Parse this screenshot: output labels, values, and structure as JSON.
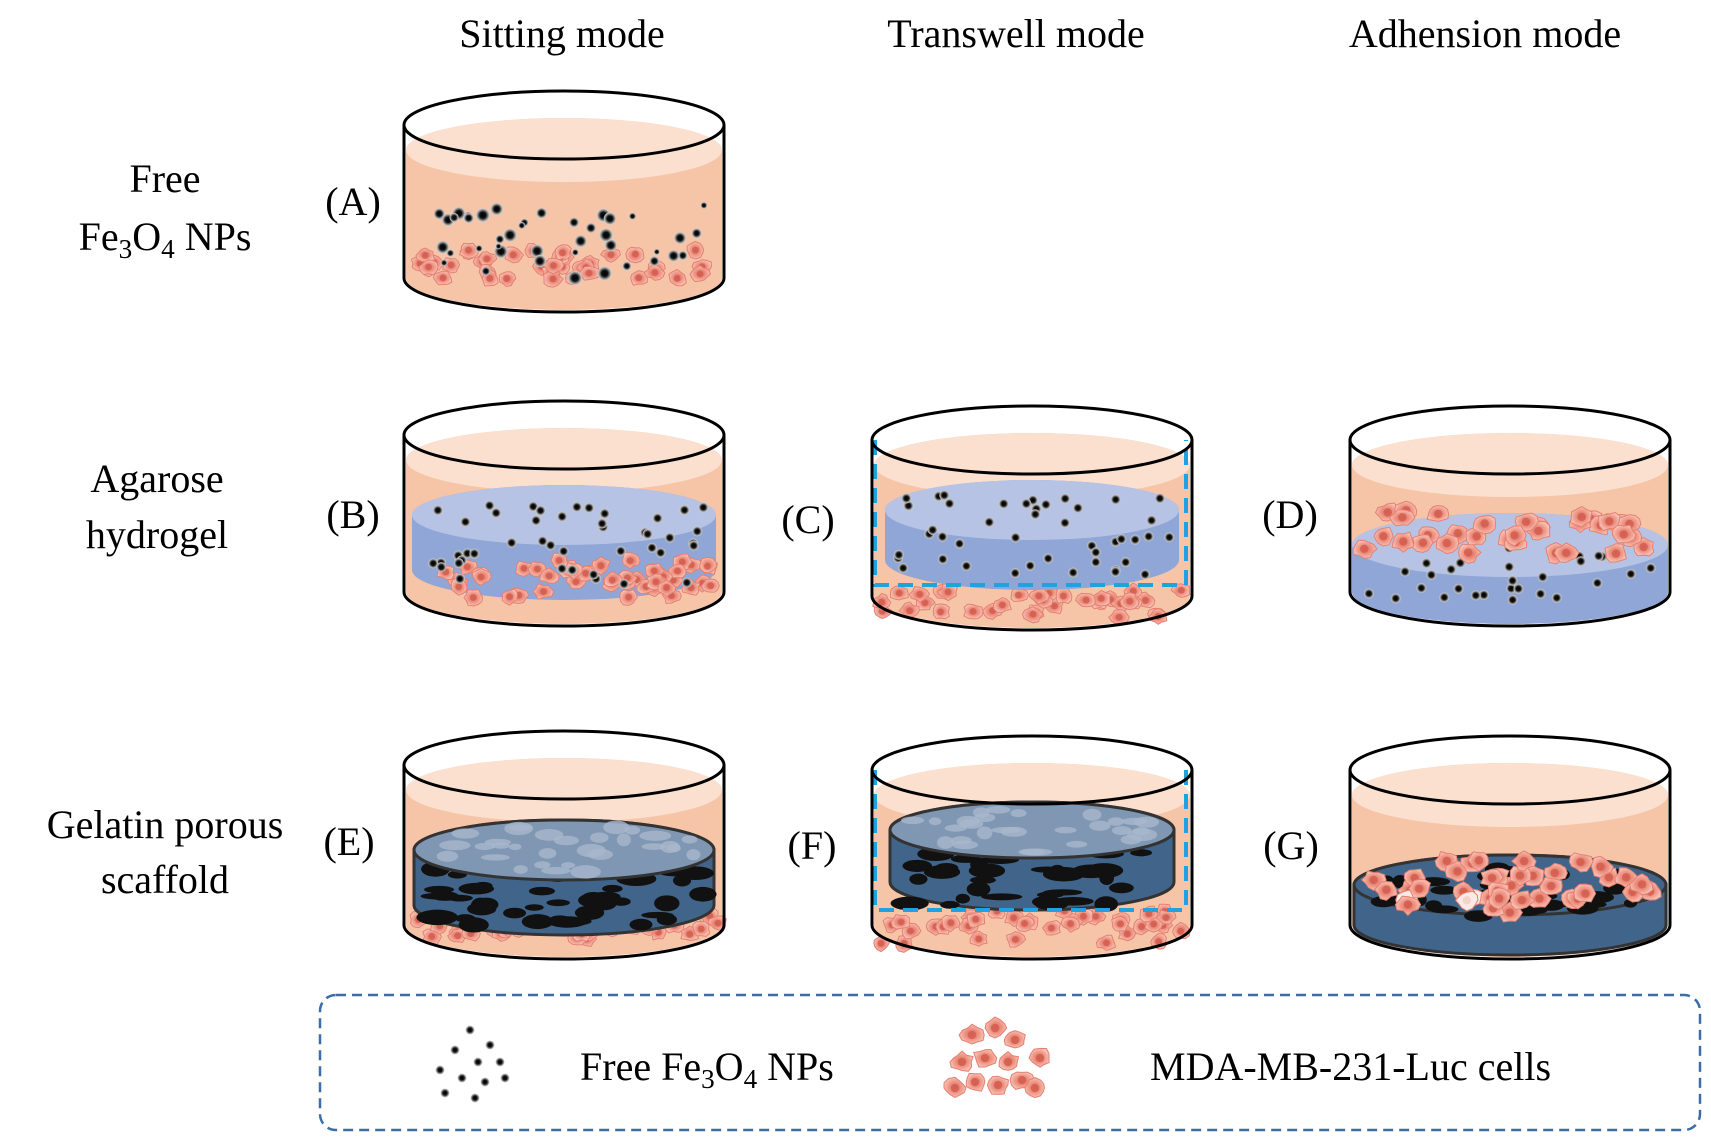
{
  "columns": {
    "sitting": "Sitting mode",
    "transwell": "Transwell mode",
    "adhesion": "Adhension mode"
  },
  "rows": {
    "free": {
      "line1": "Free",
      "fe": "Fe",
      "sub3": "3",
      "o": "O",
      "sub4": "4",
      "nps": " NPs"
    },
    "agarose": {
      "line1": "Agarose",
      "line2": "hydrogel"
    },
    "gelatin": {
      "line1": "Gelatin porous",
      "line2": "scaffold"
    }
  },
  "panels": {
    "A": "(A)",
    "B": "(B)",
    "C": "(C)",
    "D": "(D)",
    "E": "(E)",
    "F": "(F)",
    "G": "(G)"
  },
  "legend": {
    "np_pre": "Free Fe",
    "np_sub3": "3",
    "np_o": "O",
    "np_sub4": "4",
    "np_post": " NPs",
    "cells": "MDA-MB-231-Luc cells"
  },
  "colors": {
    "medium": "#f6c5a8",
    "medium_top": "#fbe0cf",
    "hydrogel": "#8fa6d6",
    "scaffold": "#41658a",
    "cell": "#ee9484",
    "transwell_border": "#1fa3e0",
    "legend_border": "#3a6ea5"
  }
}
